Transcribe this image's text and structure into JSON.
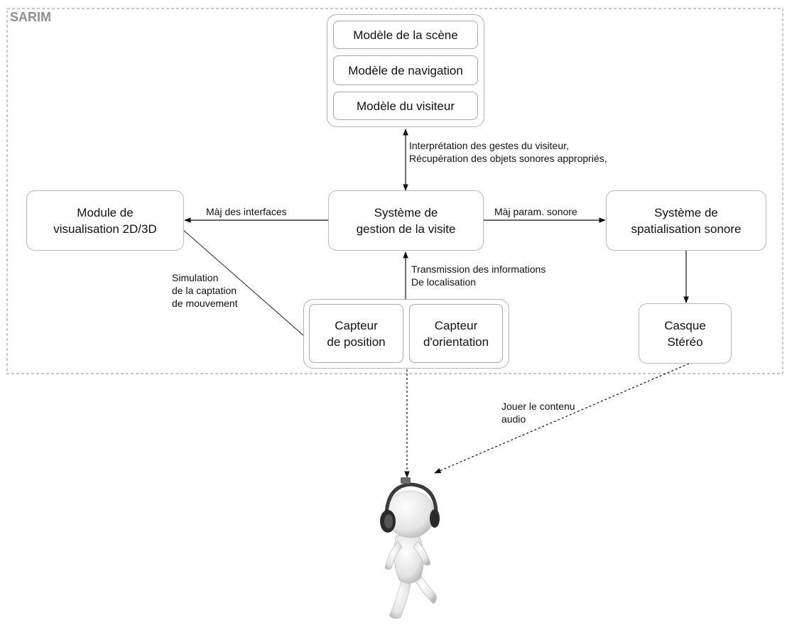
{
  "system": {
    "label": "SARIM"
  },
  "models": {
    "scene": "Modèle de la scène",
    "navigation": "Modèle de navigation",
    "visitor": "Modèle du visiteur"
  },
  "boxes": {
    "visualisation": {
      "line1": "Module de",
      "line2": "visualisation 2D/3D"
    },
    "gestion": {
      "line1": "Système de",
      "line2": "gestion de la visite"
    },
    "spatialisation": {
      "line1": "Système de",
      "line2": "spatialisation sonore"
    },
    "capteur_position": {
      "line1": "Capteur",
      "line2": "de position"
    },
    "capteur_orientation": {
      "line1": "Capteur",
      "line2": "d'orientation"
    },
    "casque": {
      "line1": "Casque",
      "line2": "Stéréo"
    }
  },
  "edges": {
    "interpretation": {
      "line1": "Interprétation des gestes du visiteur,",
      "line2": "Récupération des objets sonores appropriés,"
    },
    "maj_interfaces": "Màj des interfaces",
    "maj_param": "Màj param. sonore",
    "transmission": {
      "line1": "Transmission des informations",
      "line2": "De localisation"
    },
    "simulation": {
      "line1": "Simulation",
      "line2": "de la captation",
      "line3": "de mouvement"
    },
    "jouer": {
      "line1": "Jouer le contenu",
      "line2": "audio"
    }
  }
}
